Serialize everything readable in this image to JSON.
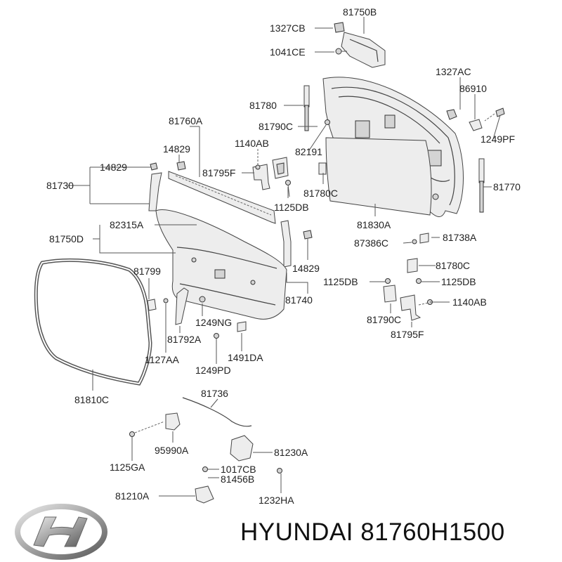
{
  "brand": {
    "text": "HYUNDAI 81760H1500",
    "logo_colors": [
      "#e8e8e8",
      "#9a9a9a",
      "#5a5a5a"
    ]
  },
  "callouts": {
    "c81750B": "81750B",
    "c1327CB": "1327CB",
    "c1041CE": "1041CE",
    "c1327AC": "1327AC",
    "c86910": "86910",
    "c1249PF": "1249PF",
    "c81780": "81780",
    "c81790C_top": "81790C",
    "c82191": "82191",
    "c81760A": "81760A",
    "c1140AB_top": "1140AB",
    "c14829_a": "14829",
    "c14829_b": "14829",
    "c81795F_top": "81795F",
    "c81780C_top": "81780C",
    "c81770": "81770",
    "c81730": "81730",
    "c1125DB_a": "1125DB",
    "c81830A": "81830A",
    "c82315A": "82315A",
    "c81750D": "81750D",
    "c87386C": "87386C",
    "c81738A": "81738A",
    "c14829_c": "14829",
    "c81780C_right": "81780C",
    "c81799": "81799",
    "c1125DB_b": "1125DB",
    "c1125DB_c": "1125DB",
    "c81740": "81740",
    "c1140AB_right": "1140AB",
    "c1249NG": "1249NG",
    "c81790C_right": "81790C",
    "c81792A": "81792A",
    "c81795F_right": "81795F",
    "c1127AA": "1127AA",
    "c1491DA": "1491DA",
    "c1249PD": "1249PD",
    "c81810C": "81810C",
    "c81736": "81736",
    "c81230A": "81230A",
    "c95990A": "95990A",
    "c1125GA": "1125GA",
    "c1017CB": "1017CB",
    "c81456B": "81456B",
    "c81210A": "81210A",
    "c1232HA": "1232HA"
  }
}
